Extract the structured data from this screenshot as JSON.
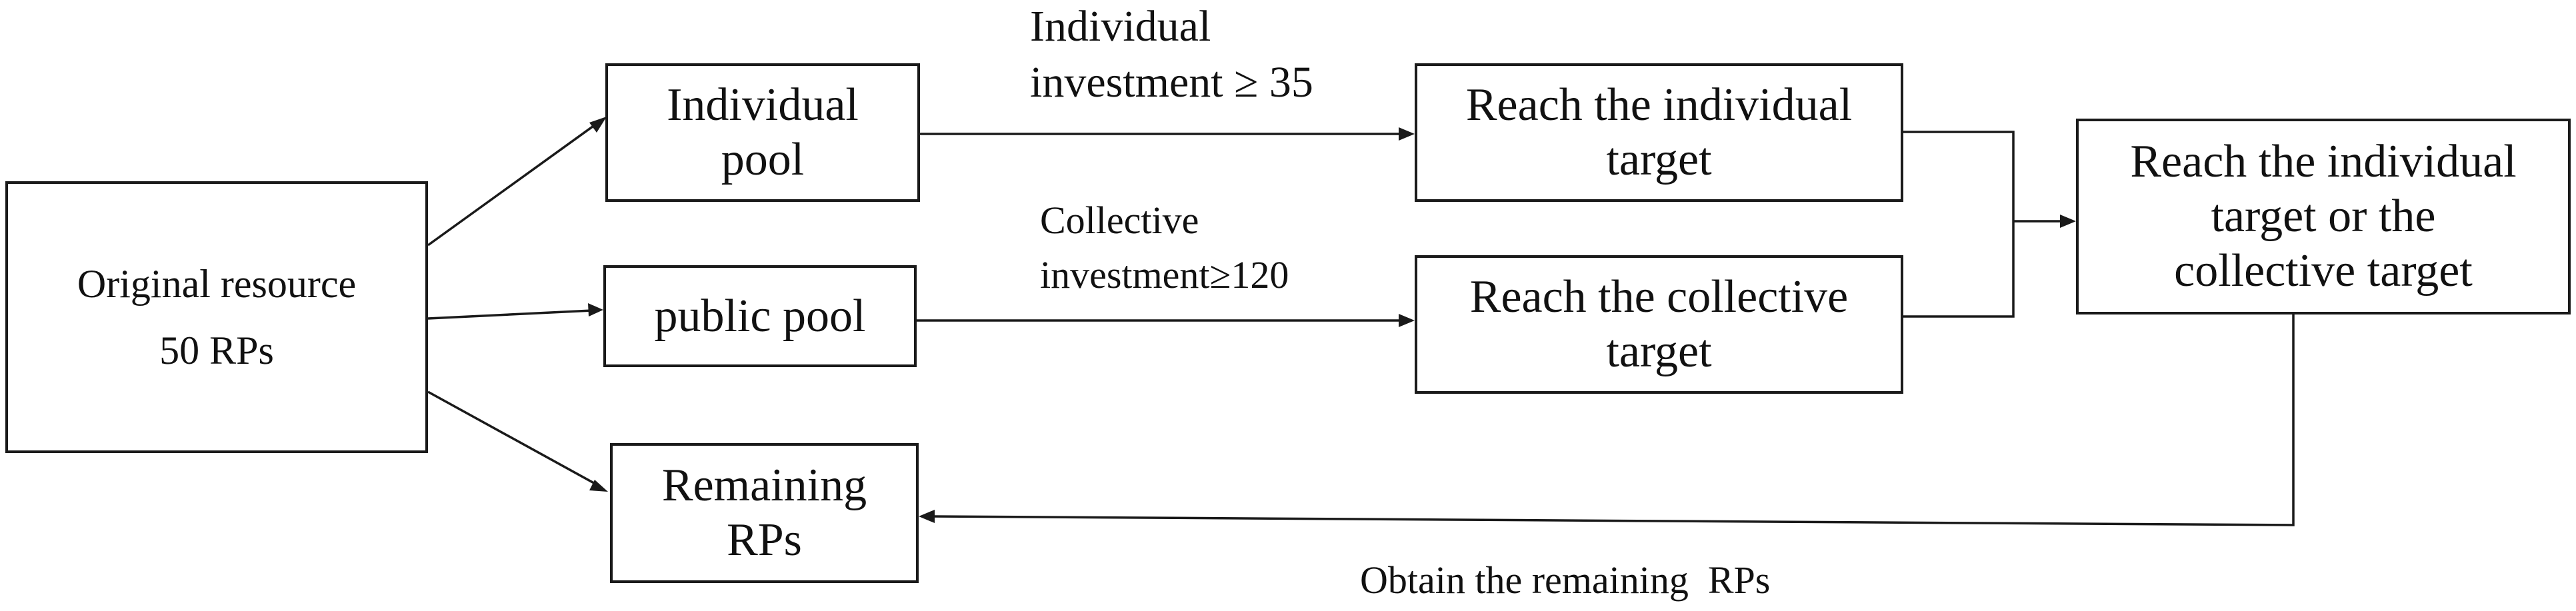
{
  "diagram": {
    "nodes": {
      "original_resource": {
        "line1": "Original resource",
        "line2": "50 RPs"
      },
      "individual_pool": {
        "line1": "Individual",
        "line2": "pool"
      },
      "public_pool": {
        "line1": "public pool"
      },
      "remaining_rps": {
        "line1": "Remaining",
        "line2": "RPs"
      },
      "individual_target": {
        "line1": "Reach the individual",
        "line2": "target"
      },
      "collective_target": {
        "line1": "Reach the collective",
        "line2": "target"
      },
      "either_target": {
        "line1": "Reach the individual",
        "line2": "target or the",
        "line3": "collective target"
      }
    },
    "edge_labels": {
      "individual_condition": {
        "line1": "Individual",
        "line2": "investment ≥ 35"
      },
      "collective_condition": {
        "line1": "Collective",
        "line2": "investment≥120"
      },
      "obtain_remaining": "Obtain the remaining  RPs"
    },
    "colors": {
      "stroke": "#1a1a1a",
      "background": "#ffffff",
      "text": "#111111"
    }
  }
}
